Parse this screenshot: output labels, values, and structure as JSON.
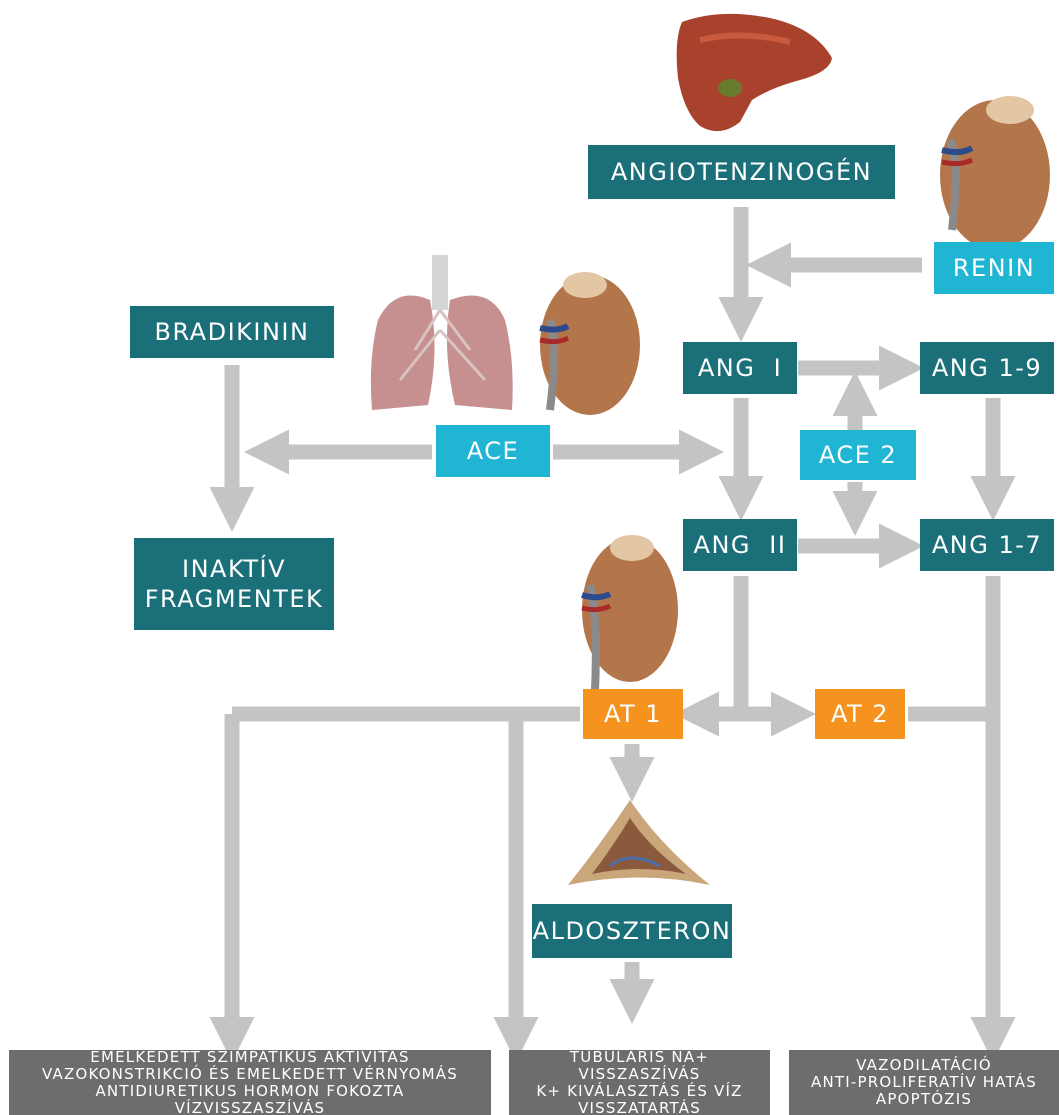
{
  "nodes": {
    "angiotenzinogen": "ANGIOTENZINOGÉN",
    "renin": "RENIN",
    "bradikinin": "BRADIKININ",
    "ang1": "ANG  I",
    "ang19": "ANG 1-9",
    "ace": "ACE",
    "ace2": "ACE 2",
    "ang2": "ANG  II",
    "ang17": "ANG 1-7",
    "inaktiv_line1": "INAKTÍV",
    "inaktiv_line2": "FRAGMENTEK",
    "at1": "AT 1",
    "at2": "AT 2",
    "aldoszteron": "ALDOSZTERON"
  },
  "effects": {
    "left": [
      "EMELKEDETT SZIMPATIKUS AKTIVITÁS",
      "VAZOKONSTRIKCIÓ ÉS EMELKEDETT VÉRNYOMÁS",
      "ANTIDIURETIKUS HORMON FOKOZTA",
      "VÍZVISSZASZÍVÁS"
    ],
    "middle": [
      "TUBULÁRIS NA+",
      "VISSZASZÍVÁS",
      "K+ KIVÁLASZTÁS ÉS VÍZ",
      "VISSZATARTÁS"
    ],
    "right": [
      "VAZODILATÁCIÓ",
      "ANTI-PROLIFERATÍV HATÁS",
      "APOPTÓZIS"
    ]
  },
  "colors": {
    "dark_box": "#1a6f79",
    "light_box": "#1fb5d3",
    "receptor_box": "#f6931f",
    "effect_box": "#6d6d6d",
    "arrow": "#c4c4c4"
  },
  "icons": [
    "liver-icon",
    "kidney-icon",
    "lungs-icon",
    "adrenal-gland-icon"
  ]
}
